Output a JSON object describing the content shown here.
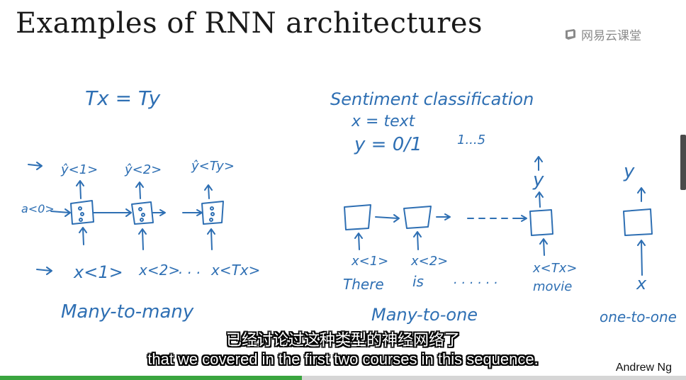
{
  "slide": {
    "title": "Examples of RNN architectures",
    "logo_text": "网易云课堂",
    "author": "Andrew Ng"
  },
  "whiteboard": {
    "tx_ty": "Tx = Ty",
    "sentiment_title": "Sentiment classification",
    "x_eq": "x = text",
    "y_eq": "y = 0/1",
    "range": "1...5",
    "many_to_many": {
      "outputs": [
        "ŷ<1>",
        "ŷ<2>",
        "ŷ<Ty>"
      ],
      "inputs": [
        "x<1>",
        "x<2>",
        "x<Tx>"
      ],
      "a0": "a<0>",
      "label": "Many-to-many"
    },
    "many_to_one": {
      "inputs": [
        "x<1>",
        "x<2>",
        "x<Tx>"
      ],
      "words": [
        "There",
        "is",
        "movie"
      ],
      "output": "y",
      "label": "Many-to-one"
    },
    "one_to_one": {
      "output": "y",
      "input": "x",
      "label": "one-to-one"
    }
  },
  "subtitles": {
    "chinese": "已经讨论过这种类型的神经网络了",
    "english": "that we covered in the first two courses in this sequence."
  },
  "player": {
    "progress": 0.44,
    "progress_color": "#3aa53f",
    "ink_color": "#2e6fb3"
  }
}
